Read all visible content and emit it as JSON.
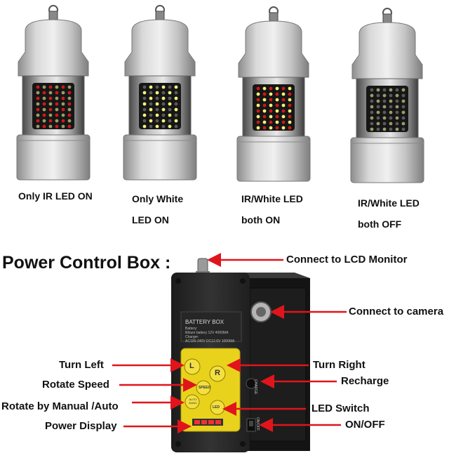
{
  "cameras": [
    {
      "caption_lines": [
        "Only IR LED ON"
      ],
      "ir_leds": "on",
      "white_leds": "off"
    },
    {
      "caption_lines": [
        "Only White",
        "LED ON"
      ],
      "ir_leds": "off",
      "white_leds": "on"
    },
    {
      "caption_lines": [
        "IR/White LED",
        "both ON"
      ],
      "ir_leds": "on",
      "white_leds": "on"
    },
    {
      "caption_lines": [
        "IR/White LED",
        "both OFF"
      ],
      "ir_leds": "off",
      "white_leds": "off"
    }
  ],
  "section_title": "Power Control Box :",
  "box": {
    "panel_title": "BATTERY BOX",
    "panel_lines": [
      "Battery:",
      "lithium battery  12V 4000MA",
      "Charger:",
      "AC100-240V DC12.6V 1000MA"
    ],
    "buttons": {
      "left": "L",
      "right": "R",
      "speed": "SPEED",
      "auto": "AUTO MANU",
      "led": "LED"
    },
    "side_label": "CHARGE",
    "switch_label": "ON/OFF"
  },
  "callouts": {
    "connect_monitor": "Connect to LCD Monitor",
    "connect_camera": "Connect to camera",
    "turn_left": "Turn Left",
    "turn_right": "Turn Right",
    "rotate_speed": "Rotate Speed",
    "recharge": "Recharge",
    "rotate_manual_auto": "Rotate by Manual /Auto",
    "led_switch": "LED Switch",
    "power_display": "Power Display",
    "on_off": "ON/OFF"
  },
  "colors": {
    "arrow": "#e0151b",
    "panel_yellow": "#e9d21c",
    "box_body": "#2b2b2b",
    "camera_metal": "#b9b9b9"
  }
}
